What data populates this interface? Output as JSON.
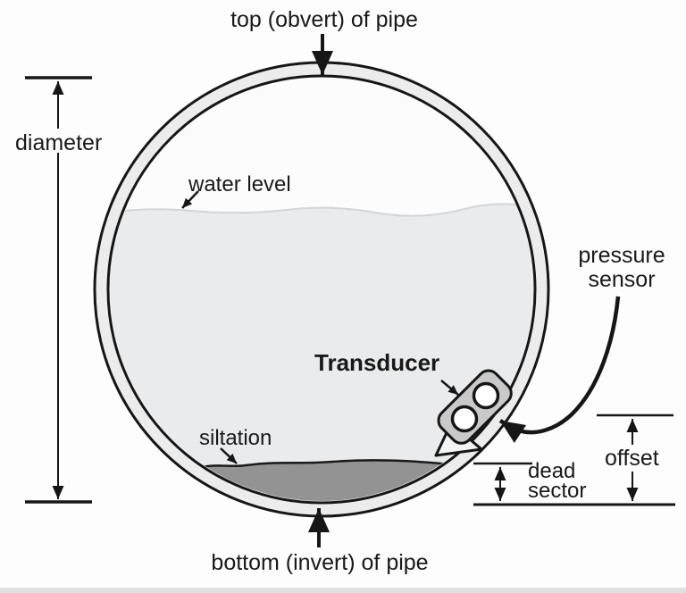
{
  "diagram": {
    "type": "pipe-cross-section-schematic",
    "labels": {
      "top_of_pipe": "top (obvert) of pipe",
      "diameter": "diameter",
      "water_level": "water level",
      "pressure_sensor_line1": "pressure",
      "pressure_sensor_line2": "sensor",
      "transducer": "Transducer",
      "siltation": "siltation",
      "dead_sector_line1": "dead",
      "dead_sector_line2": "sector",
      "offset": "offset",
      "bottom_of_pipe": "bottom (invert) of pipe"
    },
    "colors": {
      "line_ink": "#161616",
      "pipe_ring_fill": "#ececec",
      "pipe_interior_fill": "#fcfcfd",
      "water_fill": "#e9ebed",
      "silt_fill": "#939393",
      "transducer_body_fill": "#c9c9c9",
      "sensor_hole_fill": "#ffffff",
      "background": "#fdfdfd",
      "bottom_edge_strip": "#e0e0e0"
    }
  }
}
